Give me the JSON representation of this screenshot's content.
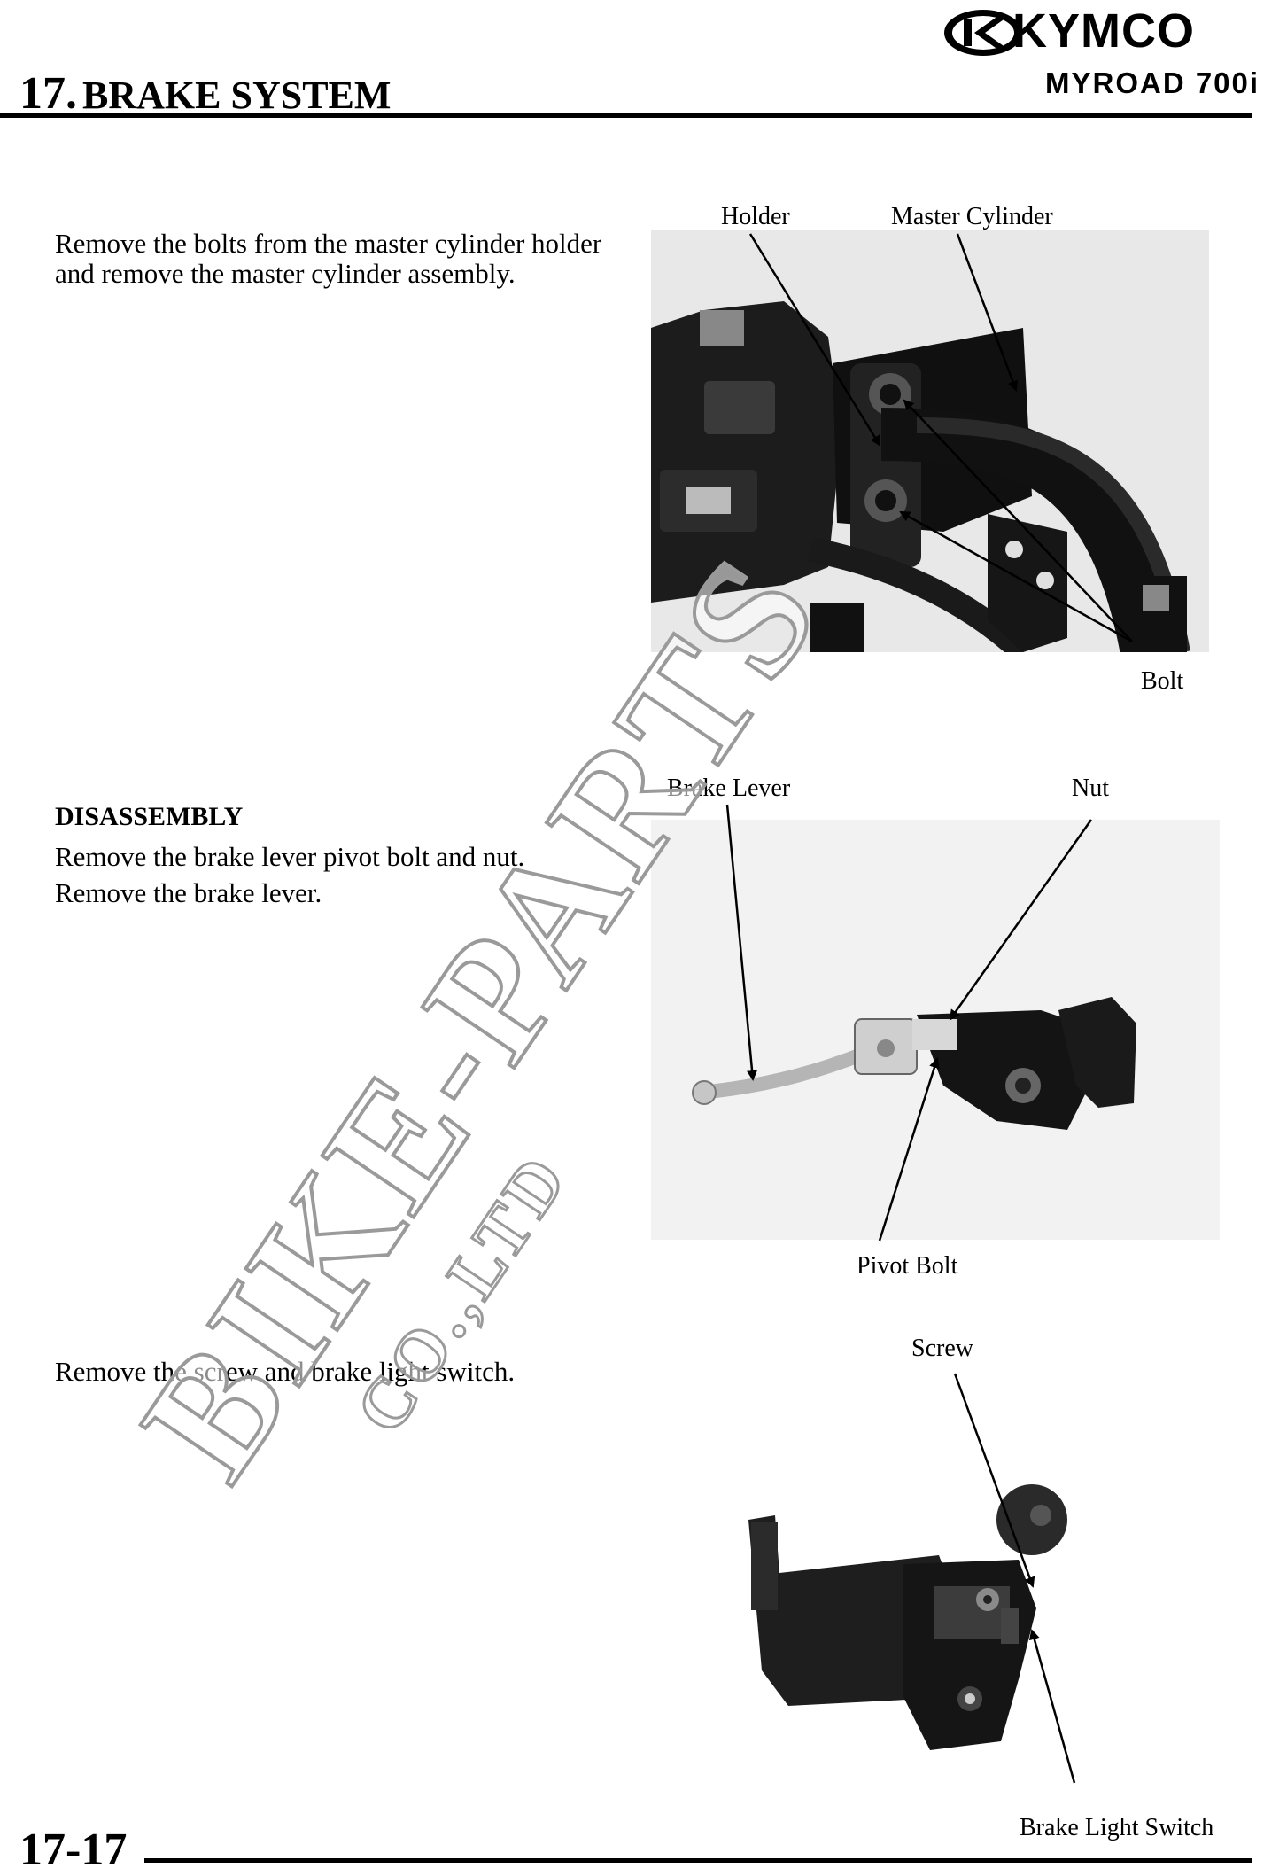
{
  "header": {
    "brand": "KYMCO",
    "model": "MYROAD 700i",
    "chapter_number": "17.",
    "chapter_title": "BRAKE SYSTEM"
  },
  "sections": [
    {
      "text": "Remove the bolts from the master cylinder holder and remove the master cylinder assembly.",
      "labels": [
        "Holder",
        "Master Cylinder",
        "Bolt"
      ]
    },
    {
      "heading": "DISASSEMBLY",
      "lines": [
        "Remove the brake lever pivot bolt and nut.",
        "Remove the brake lever."
      ],
      "labels": [
        "Brake Lever",
        "Nut",
        "Pivot Bolt"
      ]
    },
    {
      "text": "Remove the screw and brake light switch.",
      "labels": [
        "Screw",
        "Brake Light Switch"
      ]
    }
  ],
  "watermark": {
    "main": "BIKE-PARTS",
    "sub": "CO.,LTD"
  },
  "footer": {
    "page_number": "17-17"
  }
}
